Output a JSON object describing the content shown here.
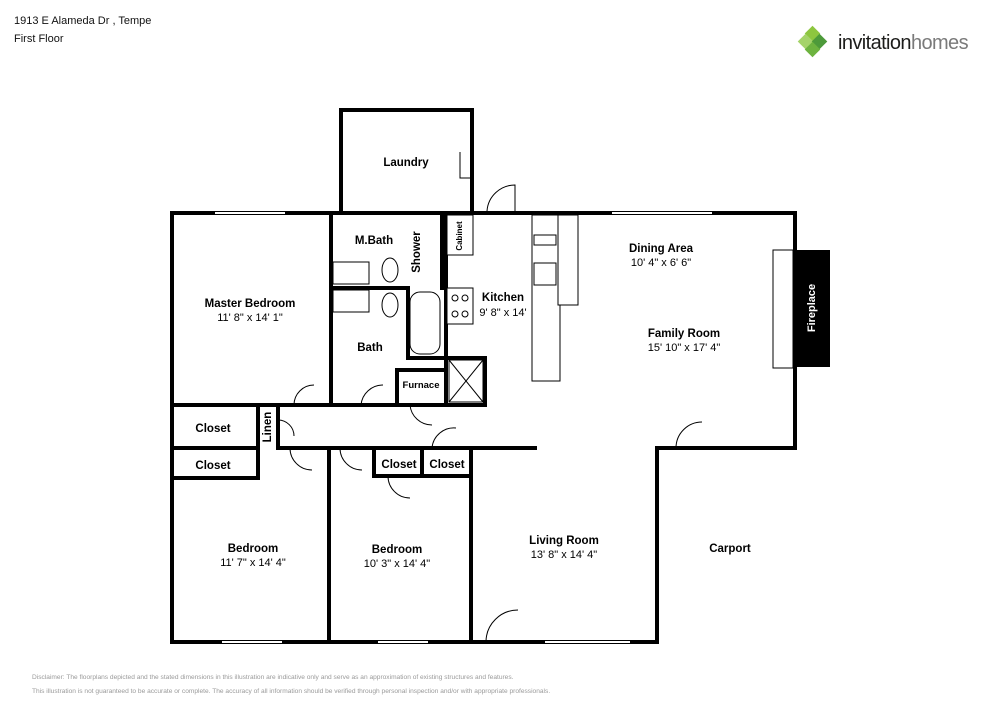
{
  "header": {
    "address": "1913 E Alameda Dr , Tempe",
    "floor": "First Floor"
  },
  "logo": {
    "brand_bold": "invitation",
    "brand_light": "homes",
    "icon": "diamond-grid-logo-icon",
    "colors": [
      "#8dc63f",
      "#4d9a3a"
    ]
  },
  "rooms": {
    "laundry": {
      "name": "Laundry"
    },
    "mbath": {
      "name": "M.Bath"
    },
    "shower": {
      "name": "Shower"
    },
    "cabinet": {
      "name": "Cabinet"
    },
    "kitchen": {
      "name": "Kitchen",
      "dims": "9' 8\" x 14'"
    },
    "dining": {
      "name": "Dining Area",
      "dims": "10' 4\" x 6' 6\""
    },
    "family": {
      "name": "Family Room",
      "dims": "15' 10\" x 17' 4\""
    },
    "fireplace": {
      "name": "Fireplace"
    },
    "master": {
      "name": "Master Bedroom",
      "dims": "11' 8\" x 14' 1\""
    },
    "bath": {
      "name": "Bath"
    },
    "furnace": {
      "name": "Furnace"
    },
    "closet_master": {
      "name": "Closet"
    },
    "linen": {
      "name": "Linen"
    },
    "closet_bed1": {
      "name": "Closet"
    },
    "closet_bed2a": {
      "name": "Closet"
    },
    "closet_bed2b": {
      "name": "Closet"
    },
    "bedroom1": {
      "name": "Bedroom",
      "dims": "11' 7\" x 14' 4\""
    },
    "bedroom2": {
      "name": "Bedroom",
      "dims": "10' 3\" x 14' 4\""
    },
    "living": {
      "name": "Living Room",
      "dims": "13' 8\" x 14' 4\""
    },
    "carport": {
      "name": "Carport"
    }
  },
  "disclaimer": {
    "line1": "Disclaimer: The floorplans depicted and the stated dimensions in this illustration are indicative only and serve as an approximation of existing structures and features.",
    "line2": "This illustration is not guaranteed to be accurate or complete. The accuracy of all information should be verified through personal inspection and/or with appropriate professionals."
  }
}
